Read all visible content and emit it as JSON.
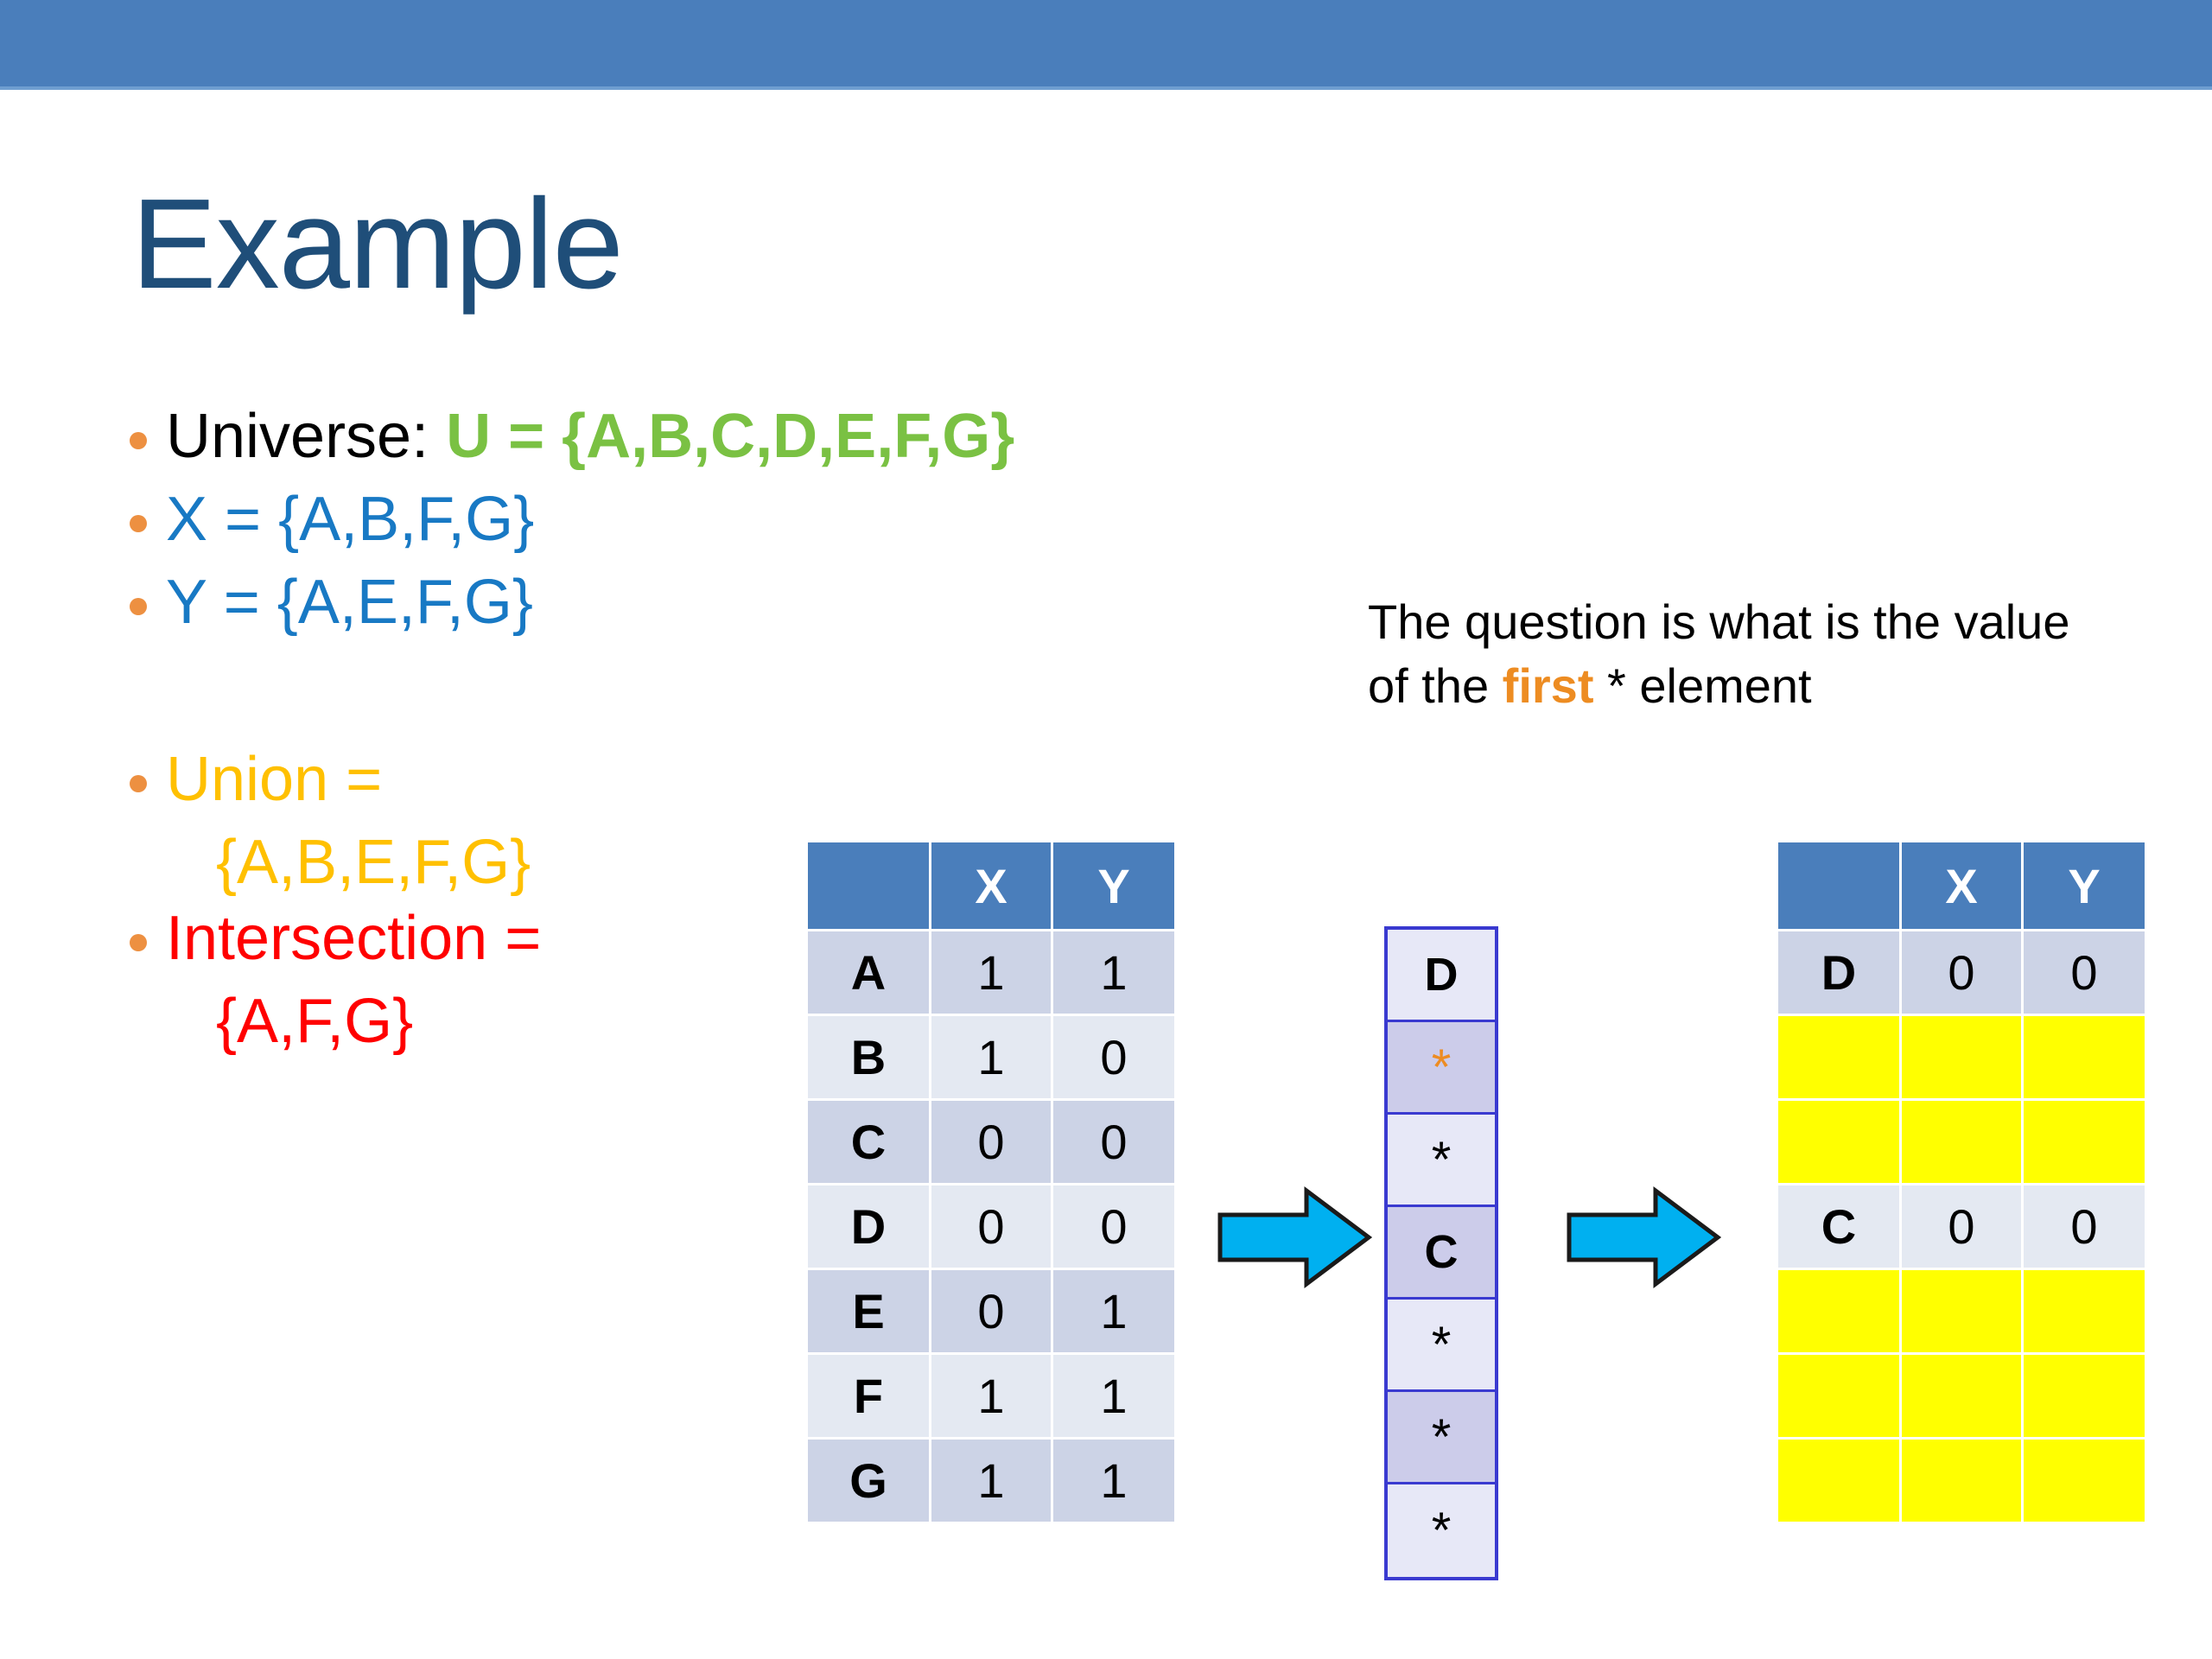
{
  "slide": {
    "title": "Example",
    "band_color": "#4a7ebb",
    "title_color": "#1f4e79"
  },
  "bullets": [
    {
      "prefix": "Universe: ",
      "value": "U = {A,B,C,D,E,F,G}",
      "value_color": "#7ac143",
      "bullet": true
    },
    {
      "prefix": "",
      "value": "X = {A,B,F,G}",
      "value_color": "#1879c4",
      "bullet": true
    },
    {
      "prefix": "",
      "value": "Y = {A,E,F,G}",
      "value_color": "#1879c4",
      "bullet": true
    },
    {
      "prefix": "",
      "value": "Union =",
      "value_color": "#ffc000",
      "bullet": true
    },
    {
      "prefix": "",
      "value": "{A,B,E,F,G}",
      "value_color": "#ffc000",
      "bullet": false
    },
    {
      "prefix": "",
      "value": "Intersection =",
      "value_color": "#ff0000",
      "bullet": true
    },
    {
      "prefix": "",
      "value": "{A,F,G}",
      "value_color": "#ff0000",
      "bullet": false
    }
  ],
  "question": {
    "line1": "The question is what is the value",
    "line2_before": "of the ",
    "line2_highlight": "first",
    "line2_after": " * element",
    "highlight_color": "#ed8c22"
  },
  "chart_data": {
    "type": "table",
    "title": "Set membership bitmaps for X and Y",
    "tables": [
      {
        "name": "full-membership-table",
        "columns": [
          "",
          "X",
          "Y"
        ],
        "rows": [
          {
            "label": "A",
            "x": "1",
            "y": "1",
            "highlight": false
          },
          {
            "label": "B",
            "x": "1",
            "y": "0",
            "highlight": false
          },
          {
            "label": "C",
            "x": "0",
            "y": "0",
            "highlight": false
          },
          {
            "label": "D",
            "x": "0",
            "y": "0",
            "highlight": false
          },
          {
            "label": "E",
            "x": "0",
            "y": "1",
            "highlight": false
          },
          {
            "label": "F",
            "x": "1",
            "y": "1",
            "highlight": false
          },
          {
            "label": "G",
            "x": "1",
            "y": "1",
            "highlight": false
          }
        ]
      },
      {
        "name": "sparse-result-table",
        "columns": [
          "",
          "X",
          "Y"
        ],
        "rows": [
          {
            "label": "D",
            "x": "0",
            "y": "0",
            "highlight": false
          },
          {
            "label": "",
            "x": "",
            "y": "",
            "highlight": true
          },
          {
            "label": "",
            "x": "",
            "y": "",
            "highlight": true
          },
          {
            "label": "C",
            "x": "0",
            "y": "0",
            "highlight": false
          },
          {
            "label": "",
            "x": "",
            "y": "",
            "highlight": true
          },
          {
            "label": "",
            "x": "",
            "y": "",
            "highlight": true
          },
          {
            "label": "",
            "x": "",
            "y": "",
            "highlight": true
          }
        ],
        "highlight_color": "#ffff00"
      }
    ],
    "middle_column": {
      "name": "intermediate-key-column",
      "border_color": "#3a3ad0",
      "cells": [
        {
          "value": "D",
          "style": "light",
          "orange": false
        },
        {
          "value": "*",
          "style": "dark",
          "orange": true
        },
        {
          "value": "*",
          "style": "light",
          "orange": false
        },
        {
          "value": "C",
          "style": "dark",
          "orange": false
        },
        {
          "value": "*",
          "style": "light",
          "orange": false
        },
        {
          "value": "*",
          "style": "dark",
          "orange": false
        },
        {
          "value": "*",
          "style": "light",
          "orange": false
        }
      ]
    },
    "arrows": [
      {
        "name": "arrow-1",
        "direction": "right",
        "color": "#00b0f0"
      },
      {
        "name": "arrow-2",
        "direction": "right",
        "color": "#00b0f0"
      }
    ]
  }
}
